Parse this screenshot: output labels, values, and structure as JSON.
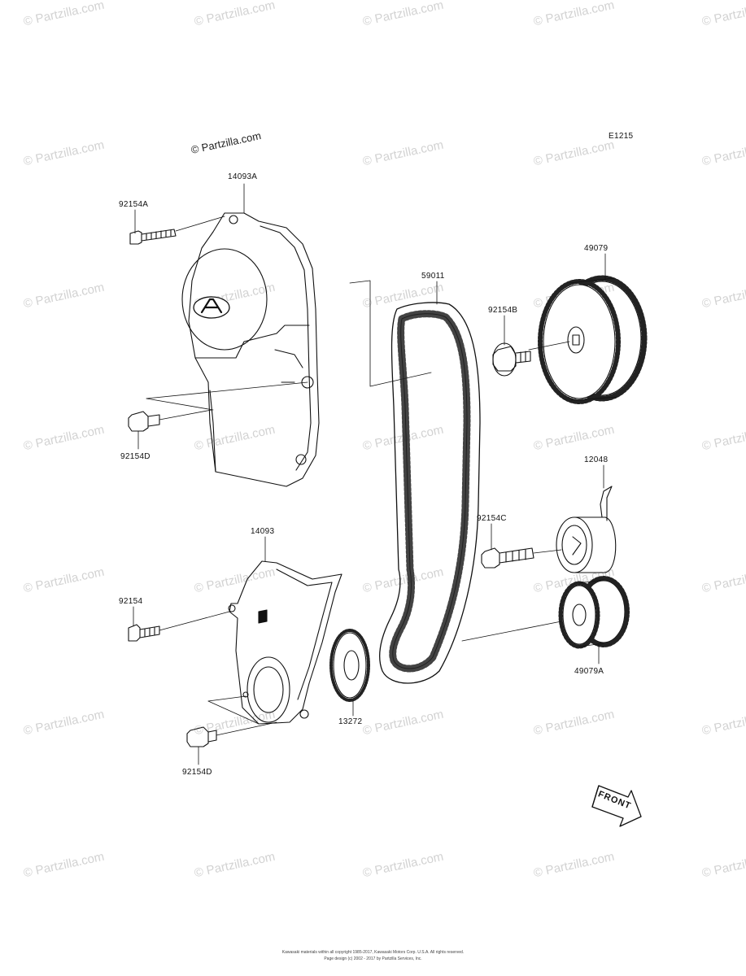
{
  "watermark": {
    "text": "© Partzilla.com"
  },
  "code": "E1215",
  "parts": {
    "cover_upper": "14093A",
    "bolt_a": "92154A",
    "bolt_d_upper": "92154D",
    "belt": "59011",
    "bolt_b": "92154B",
    "pulley_cam": "49079",
    "tensioner": "12048",
    "bolt_c": "92154C",
    "pulley_crank": "49079A",
    "cover_lower": "14093",
    "bolt": "92154",
    "washer": "13272",
    "bolt_d_lower": "92154D"
  },
  "front_arrow": "FRONT",
  "footer": {
    "line1": "Kawasaki materials within all copyright 1985-2017, Kawasaki Motors Corp. U.S.A. All rights reserved.",
    "line2": "Page design (c) 2002 - 2017 by Partzilla Services, Inc."
  }
}
